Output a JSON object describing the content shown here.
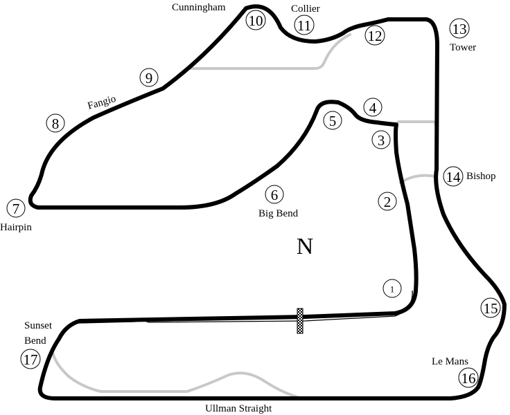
{
  "map": {
    "north_label": "N",
    "turns": [
      {
        "id": "1",
        "label": "1"
      },
      {
        "id": "2",
        "label": "2"
      },
      {
        "id": "3",
        "label": "3"
      },
      {
        "id": "4",
        "label": "4"
      },
      {
        "id": "5",
        "label": "5"
      },
      {
        "id": "6",
        "label": "6"
      },
      {
        "id": "7",
        "label": "7"
      },
      {
        "id": "8",
        "label": "8"
      },
      {
        "id": "9",
        "label": "9"
      },
      {
        "id": "10",
        "label": "10"
      },
      {
        "id": "11",
        "label": "11"
      },
      {
        "id": "12",
        "label": "12"
      },
      {
        "id": "13",
        "label": "13"
      },
      {
        "id": "14",
        "label": "14"
      },
      {
        "id": "15",
        "label": "15"
      },
      {
        "id": "16",
        "label": "16"
      },
      {
        "id": "17",
        "label": "17"
      }
    ],
    "corner_names": {
      "cunningham": "Cunningham",
      "collier": "Collier",
      "tower": "Tower",
      "fangio": "Fangio",
      "hairpin": "Hairpin",
      "big_bend": "Big Bend",
      "bishop": "Bishop",
      "sunset_bend_line1": "Sunset",
      "sunset_bend_line2": "Bend",
      "le_mans": "Le Mans",
      "ullman_straight": "Ullman Straight"
    },
    "colors": {
      "track": "#000000",
      "alternate_routes": "#c8c8c8",
      "background": "#ffffff"
    }
  }
}
